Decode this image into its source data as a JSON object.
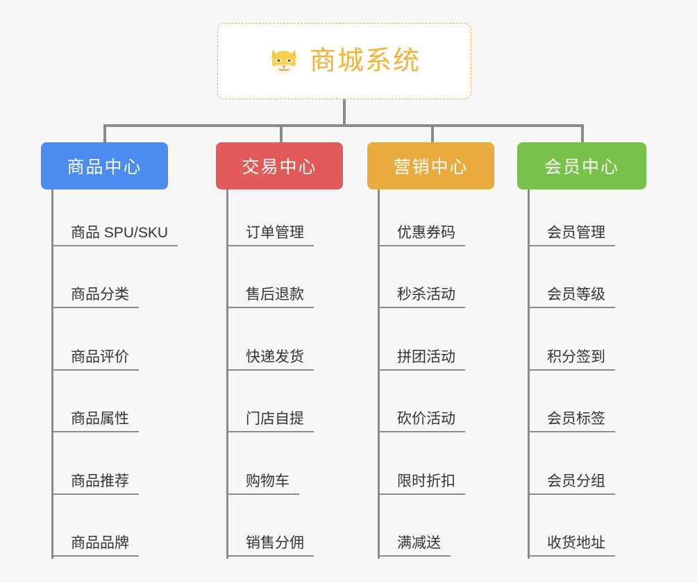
{
  "page": {
    "background_color": "#f7f7f7",
    "connector_color": "#8a8a8a",
    "leaf_text_color": "#333333"
  },
  "root": {
    "title": "商城系统",
    "icon": "shiba-dog-face-icon",
    "text_color": "#f2b33d",
    "border_color": "#e8b04a",
    "background_color": "#ffffff"
  },
  "columns": [
    {
      "label": "商品中心",
      "color": "#4a8cf0",
      "items": [
        "商品 SPU/SKU",
        "商品分类",
        "商品评价",
        "商品属性",
        "商品推荐",
        "商品品牌"
      ]
    },
    {
      "label": "交易中心",
      "color": "#e15b5b",
      "items": [
        "订单管理",
        "售后退款",
        "快递发货",
        "门店自提",
        "购物车",
        "销售分佣"
      ]
    },
    {
      "label": "营销中心",
      "color": "#e9ab3f",
      "items": [
        "优惠券码",
        "秒杀活动",
        "拼团活动",
        "砍价活动",
        "限时折扣",
        "满减送"
      ]
    },
    {
      "label": "会员中心",
      "color": "#79c24a",
      "items": [
        "会员管理",
        "会员等级",
        "积分签到",
        "会员标签",
        "会员分组",
        "收货地址"
      ]
    }
  ]
}
